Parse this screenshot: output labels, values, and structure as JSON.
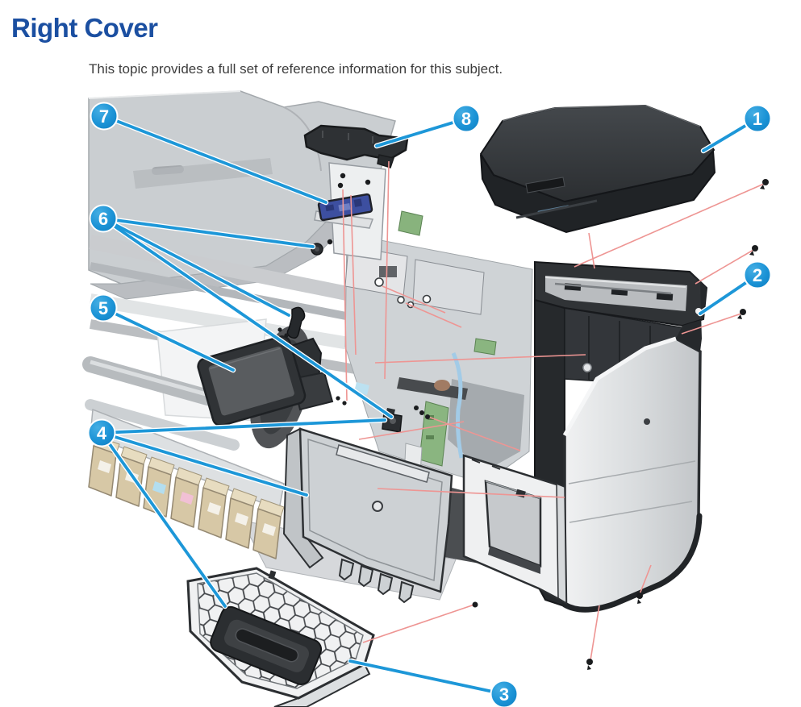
{
  "page": {
    "title": "Right Cover",
    "subtitle": "This topic provides a full set of reference information for this subject."
  },
  "diagram": {
    "type": "exploded-parts-diagram",
    "subject": "Right Cover assembly exploded view with numbered callouts",
    "callouts": [
      {
        "label": "1"
      },
      {
        "label": "2"
      },
      {
        "label": "3"
      },
      {
        "label": "4"
      },
      {
        "label": "5"
      },
      {
        "label": "6"
      },
      {
        "label": "7"
      },
      {
        "label": "8"
      }
    ],
    "colors": {
      "title_blue": "#1b4fa1",
      "callout_blue": "#1b93d6",
      "leader_line_blue": "#1d97d8",
      "screw_line_red": "#ee9593",
      "dark_part": "#2b2e31",
      "light_part": "#c9cdd1",
      "silver_part": "#dcdee0",
      "cartridge_tan": "#d5c4a0"
    }
  }
}
